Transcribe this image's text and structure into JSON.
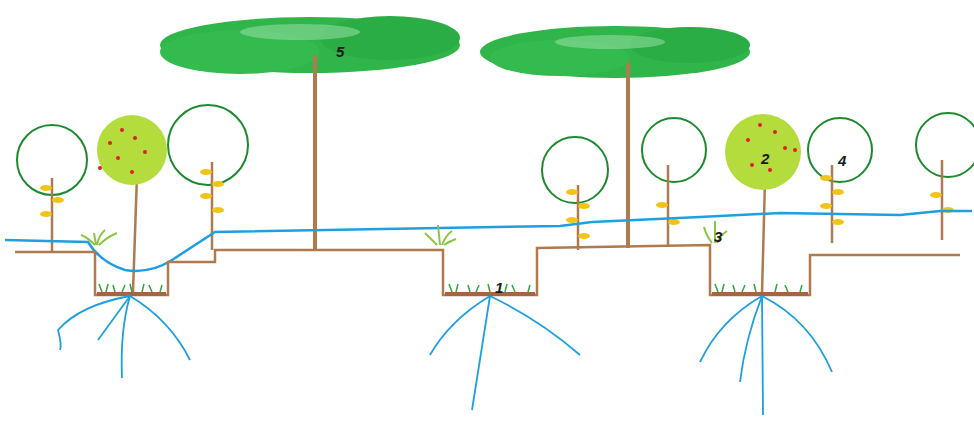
{
  "diagram": {
    "labels": [
      "5",
      "2",
      "4",
      "3",
      "1"
    ]
  }
}
